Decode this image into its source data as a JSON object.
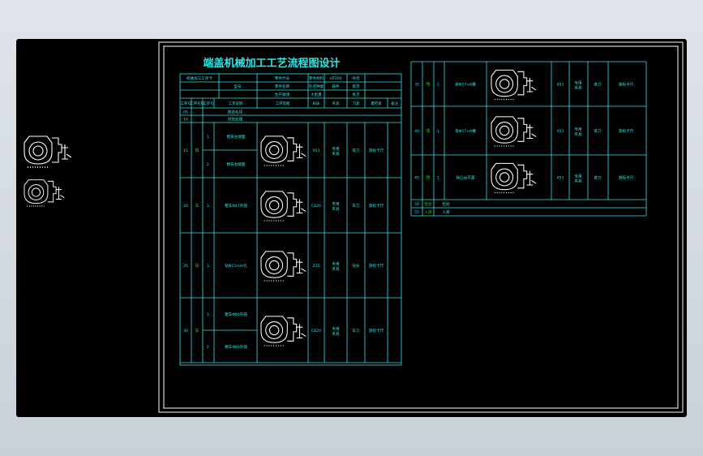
{
  "title": "端盖机械加工工艺流程图设计",
  "header_rows": [
    [
      "机械加工工序卡",
      "零件代号",
      "零件材料",
      "HT200",
      "共页"
    ],
    [
      "型号",
      "零件名称",
      "毛坯种类",
      "铸件",
      "第页"
    ],
    [
      "生产纲领",
      "大批量",
      "批次"
    ]
  ],
  "column_headers": [
    "工序号",
    "工序名称",
    "工步号",
    "工步说明",
    "工序简图",
    "机床",
    "夹具",
    "刀具",
    "量检具",
    "备注"
  ],
  "prep_rows": [
    {
      "no": "05",
      "text": "铸造毛坯"
    },
    {
      "no": "10",
      "text": "时效处理"
    }
  ],
  "left_ops": [
    {
      "no": "15",
      "name": "铣",
      "steps": [
        {
          "n": "1.",
          "text": "粗铣左端面"
        },
        {
          "n": "2.",
          "text": "精铣右端面"
        }
      ],
      "machine": "X51",
      "fixture": "专用夹具",
      "tool": "铣刀",
      "gauge": "游标卡尺"
    },
    {
      "no": "20",
      "name": "车",
      "steps": [
        {
          "n": "1.",
          "text": "粗车Φ47外圆"
        }
      ],
      "machine": "C620",
      "fixture": "专用夹具",
      "tool": "车刀",
      "gauge": "游标卡尺"
    },
    {
      "no": "25",
      "name": "钻",
      "steps": [
        {
          "n": "1.",
          "text": "钻Φ11mm孔"
        }
      ],
      "machine": "Z35",
      "fixture": "专用夹具",
      "tool": "钻头",
      "gauge": "游标卡尺"
    },
    {
      "no": "30",
      "name": "车",
      "steps": [
        {
          "n": "1.",
          "text": "粗车Φ80外圆"
        },
        {
          "n": "2.",
          "text": "精车Φ80外圆"
        }
      ],
      "machine": "C620",
      "fixture": "专用夹具",
      "tool": "车刀",
      "gauge": "游标卡尺"
    }
  ],
  "right_ops": [
    {
      "no": "35",
      "name": "铣",
      "steps": [
        {
          "n": "1.",
          "text": "铣Φ17×8槽"
        }
      ],
      "machine": "X51",
      "fixture": "专用夹具",
      "tool": "铣刀",
      "gauge": "游标卡尺"
    },
    {
      "no": "40",
      "name": "铣",
      "steps": [
        {
          "n": "1.",
          "text": "铣Φ17×8槽"
        }
      ],
      "machine": "X51",
      "fixture": "专用夹具",
      "tool": "铣刀",
      "gauge": "游标卡尺"
    },
    {
      "no": "45",
      "name": "铣",
      "steps": [
        {
          "n": "1.",
          "text": "铣凸台平面"
        }
      ],
      "machine": "X51",
      "fixture": "专用夹具",
      "tool": "铣刀",
      "gauge": "游标卡尺"
    }
  ],
  "tail_rows": [
    {
      "no": "50",
      "name": "检验",
      "text": "检验"
    },
    {
      "no": "55",
      "name": "入库",
      "text": "入库"
    }
  ],
  "colors": {
    "background": "#000000",
    "frame": "#ffffff",
    "table": "#33e6e6",
    "op_name": "#2bd22b"
  }
}
